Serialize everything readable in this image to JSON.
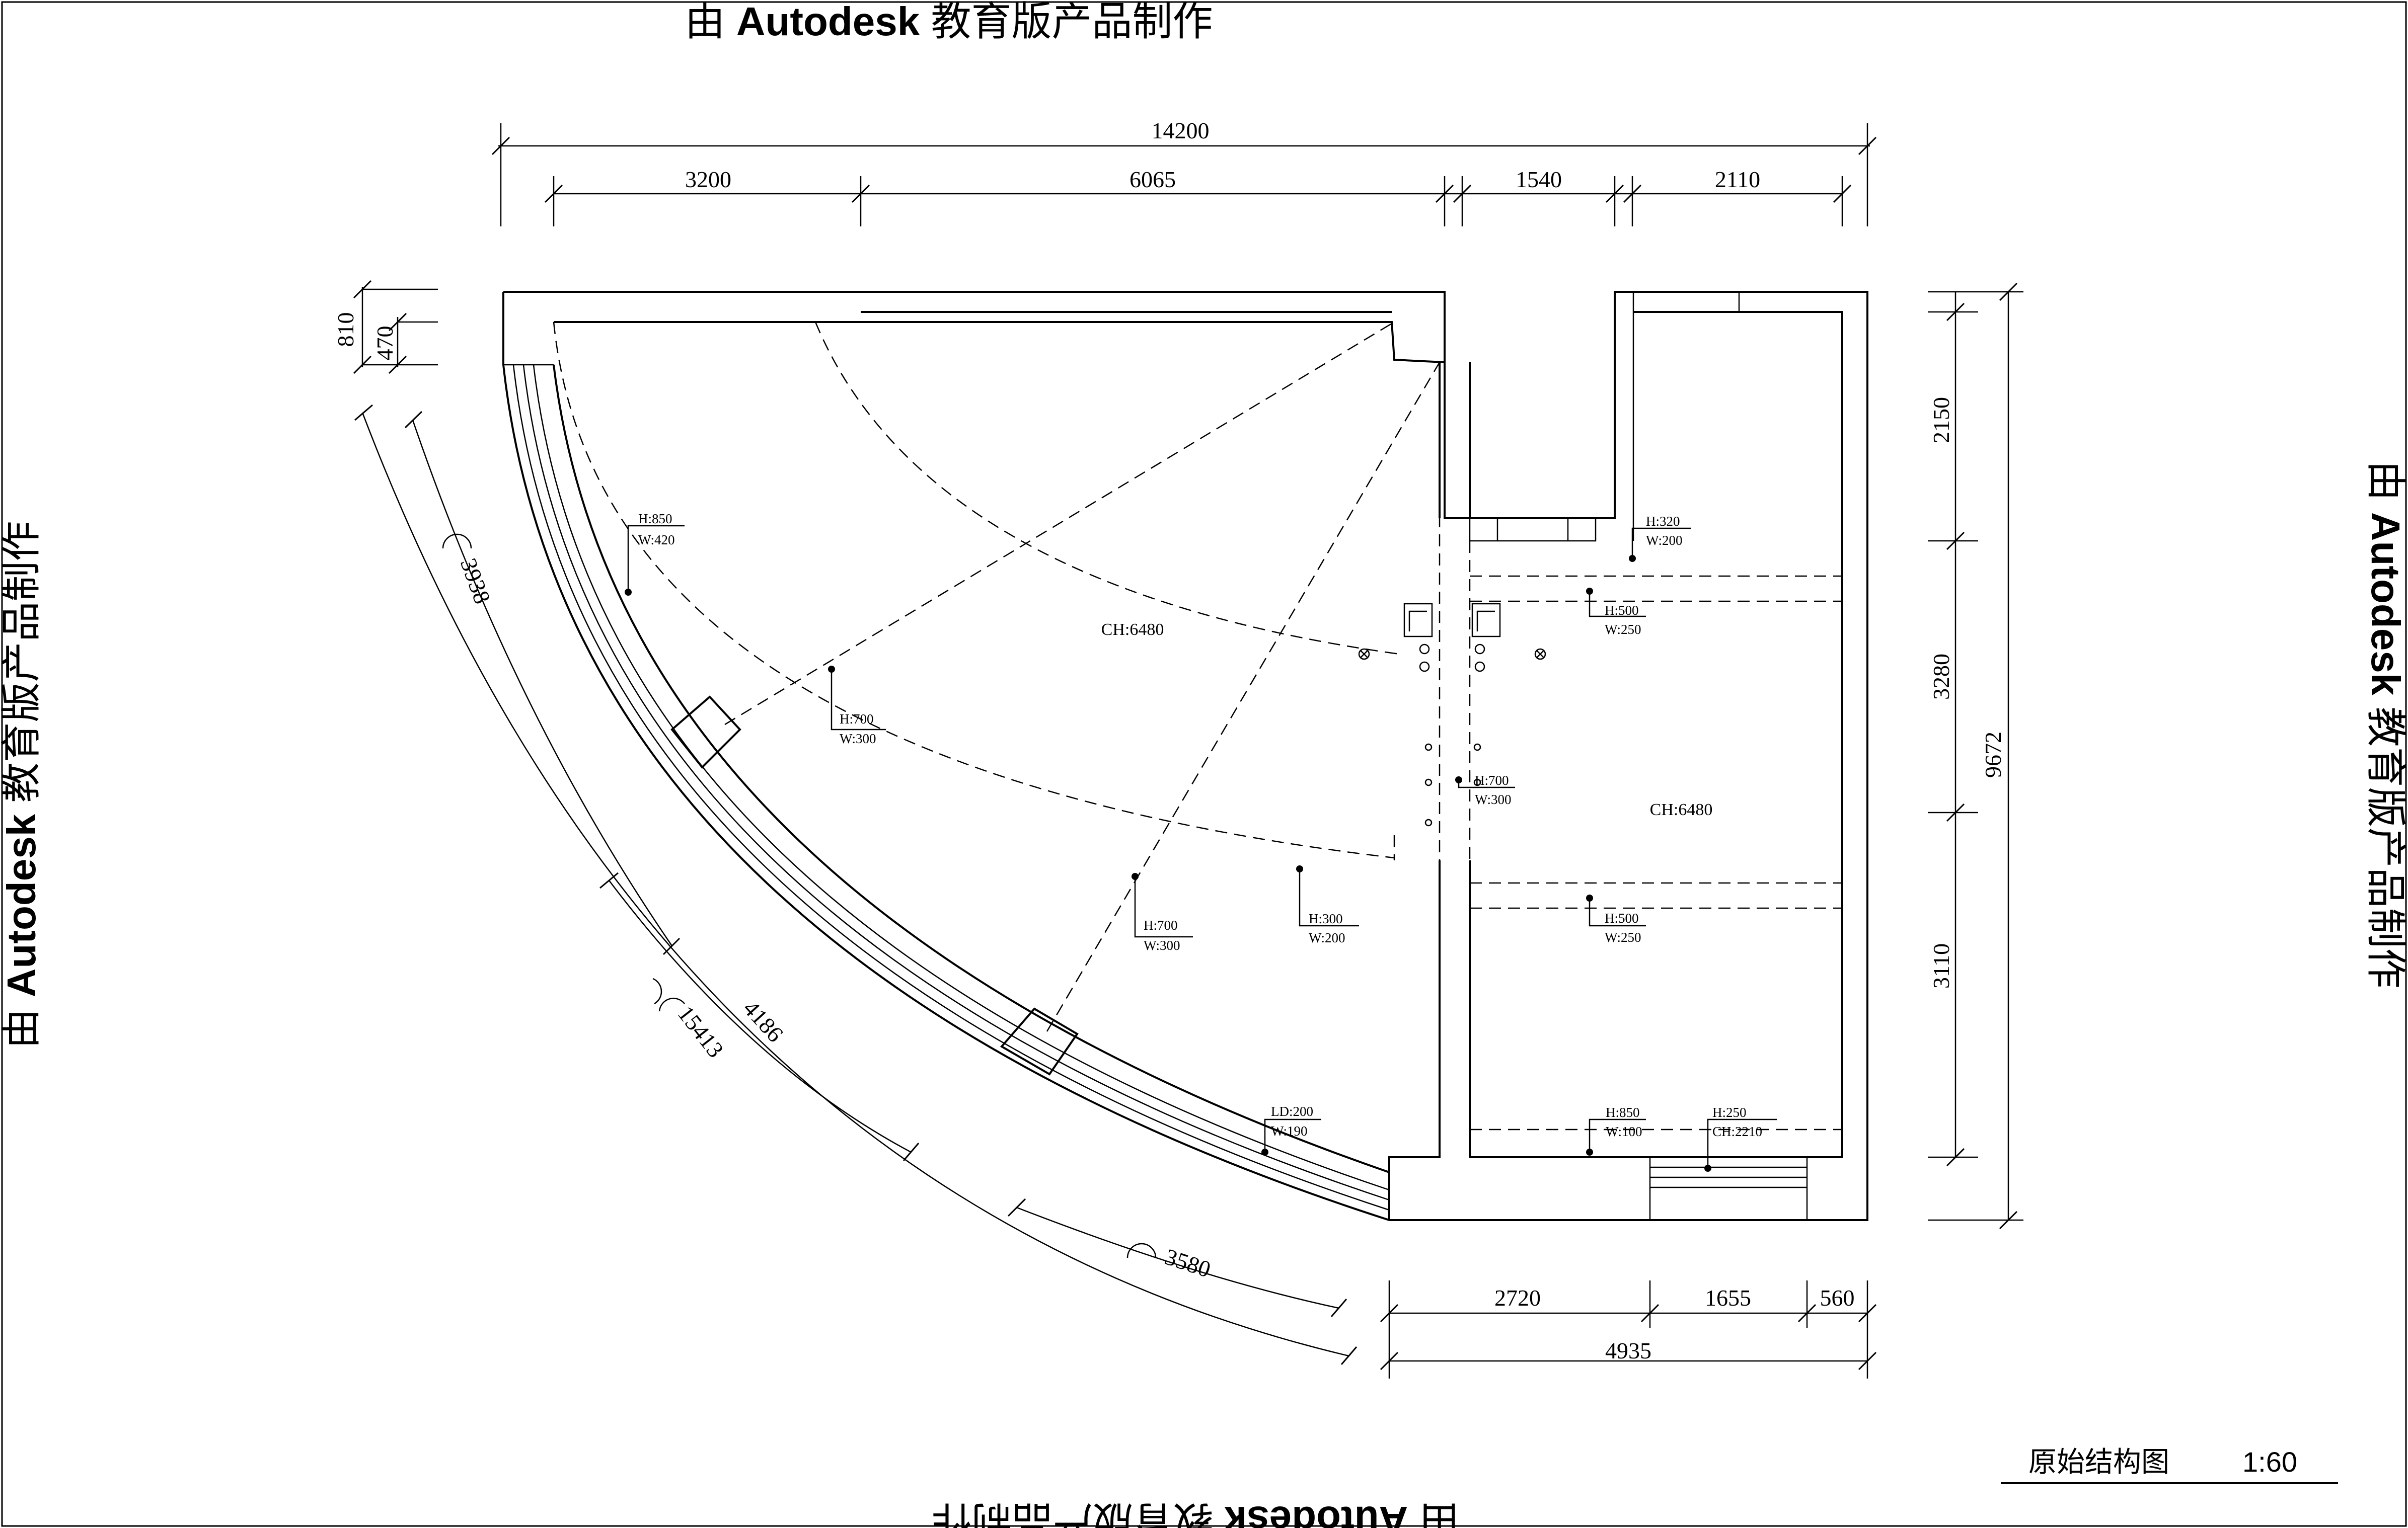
{
  "watermark": {
    "prefix": "由",
    "brand": "Autodesk",
    "suffix": "教育版产品制作"
  },
  "dimensions": {
    "top_total": "14200",
    "top_segments": [
      "3200",
      "6065",
      "1540",
      "2110"
    ],
    "left_outer": "810",
    "left_inner": "470",
    "right_total": "9672",
    "right_segments": [
      "2150",
      "3280",
      "3110"
    ],
    "bottom_total": "4935",
    "bottom_segments": [
      "2720",
      "1655",
      "560"
    ],
    "arc_total": "15413",
    "arc_segments": [
      "3938",
      "4186",
      "3580"
    ]
  },
  "ceiling_heights": [
    "CH:6480",
    "CH:6480"
  ],
  "annotations": [
    {
      "l1": "H:850",
      "l2": "W:420"
    },
    {
      "l1": "H:700",
      "l2": "W:300"
    },
    {
      "l1": "H:700",
      "l2": "W:300"
    },
    {
      "l1": "H:300",
      "l2": "W:200"
    },
    {
      "l1": "LD:200",
      "l2": "W:190"
    },
    {
      "l1": "H:320",
      "l2": "W:200"
    },
    {
      "l1": "H:500",
      "l2": "W:250"
    },
    {
      "l1": "H:700",
      "l2": "W:300"
    },
    {
      "l1": "H:500",
      "l2": "W:250"
    },
    {
      "l1": "H:850",
      "l2": "W:100"
    },
    {
      "l1": "H:250",
      "l2": "CH:2210"
    }
  ],
  "title": {
    "name": "原始结构图",
    "scale": "1:60"
  }
}
